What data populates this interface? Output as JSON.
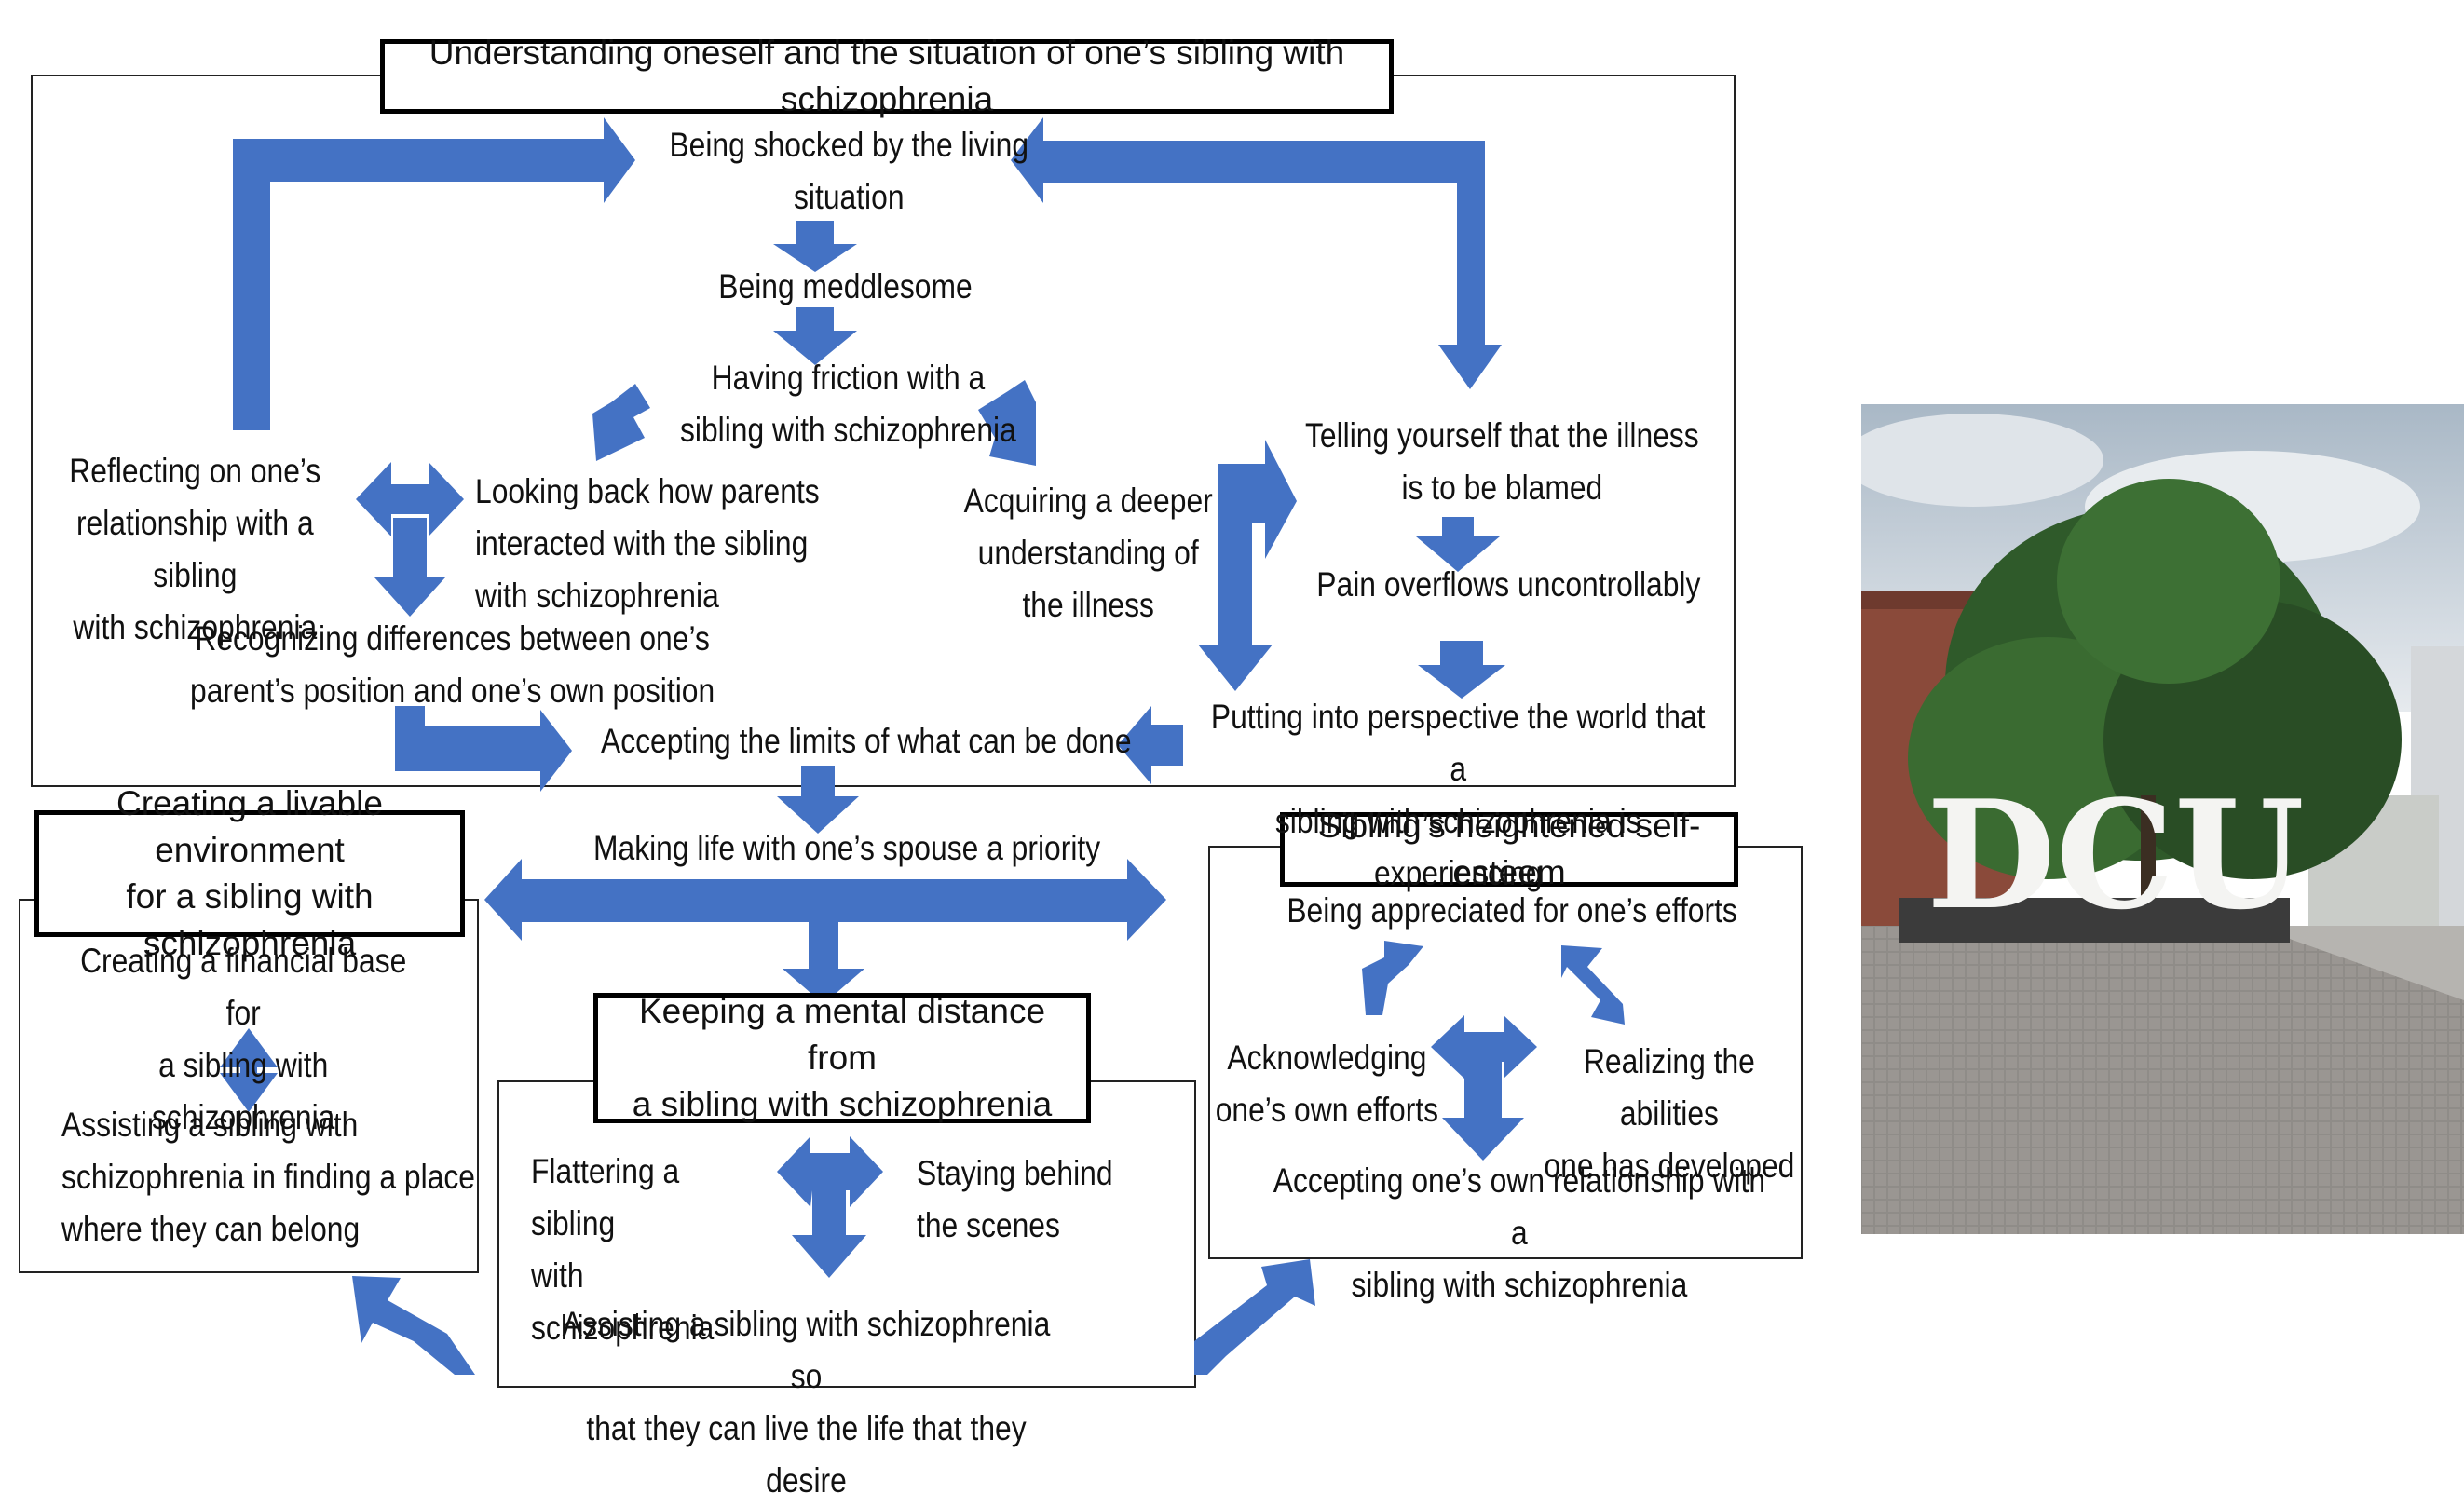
{
  "header": {
    "title": "Understanding oneself and the situation of one’s sibling with schizophrenia",
    "left": "Creating a livable environment\nfor a sibling with schizophrenia",
    "right": "Sibling’s heightened self-esteem",
    "middle": "Keeping a mental distance from\na sibling with schizophrenia"
  },
  "nodes": {
    "shocked": "Being shocked by the living\nsituation",
    "meddlesome": "Being meddlesome",
    "friction": "Having friction with a\nsibling with schizophrenia",
    "reflecting": "Reflecting on one’s\nrelationship with a sibling\nwith schizophrenia",
    "looking_back": "Looking back how parents\ninteracted with the sibling\nwith schizophrenia",
    "acquiring": "Acquiring a deeper\nunderstanding of\nthe illness",
    "telling": "Telling yourself that the illness\nis to be blamed",
    "pain": "Pain overflows uncontrollably",
    "recognizing": "Recognizing differences between one’s\nparent’s position and one’s own position",
    "accepting_limits": "Accepting the limits of what can be done",
    "perspective": "Putting into perspective the world that a\nsibling with schizophrenia is experiencing",
    "spouse": "Making life with one’s spouse a priority",
    "financial": "Creating a financial base for\na sibling with schizophrenia",
    "assisting_place": "Assisting a sibling with\nschizophrenia in finding a place\nwhere they can belong",
    "appreciated": "Being appreciated for one’s efforts",
    "acknowledging": "Acknowledging\none’s own efforts",
    "realizing": "Realizing the abilities\none has developed",
    "accepting_rel": "Accepting one’s own relationship with a\nsibling with schizophrenia",
    "flattering": "Flattering a sibling\nwith schizophrenia",
    "staying": "Staying behind\nthe scenes",
    "assisting_life": "Assisting a sibling with schizophrenia so\nthat they can live the life that they desire"
  },
  "photo": {
    "sign_text": "DCU",
    "colors": {
      "sky": "#c9d3dd",
      "tree": "#2f5a2a",
      "brick": "#8a4a3a",
      "pavement": "#8d8a86"
    }
  },
  "colors": {
    "arrow": "#4472C4",
    "frame": "#222222",
    "header_border": "#000000"
  }
}
